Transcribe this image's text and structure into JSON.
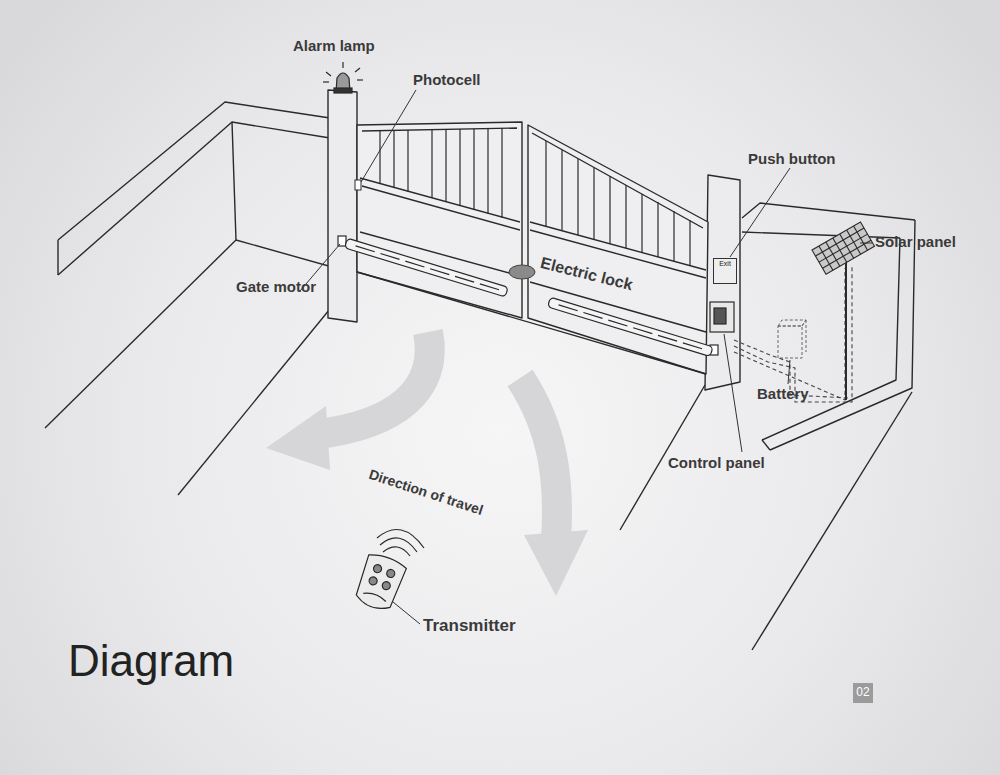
{
  "diagram": {
    "title": "Diagram",
    "nodes": [
      {
        "text": [
          "Exit"
        ]
      },
      {
        "text": [
          "02"
        ]
      }
    ],
    "labels": [
      "Alarm lamp",
      "Photocell",
      "Push button",
      "Solar panel",
      "Gate motor",
      "Electric lock",
      "Battery",
      "Control panel",
      "Direction of travel",
      "Transmitter"
    ]
  }
}
